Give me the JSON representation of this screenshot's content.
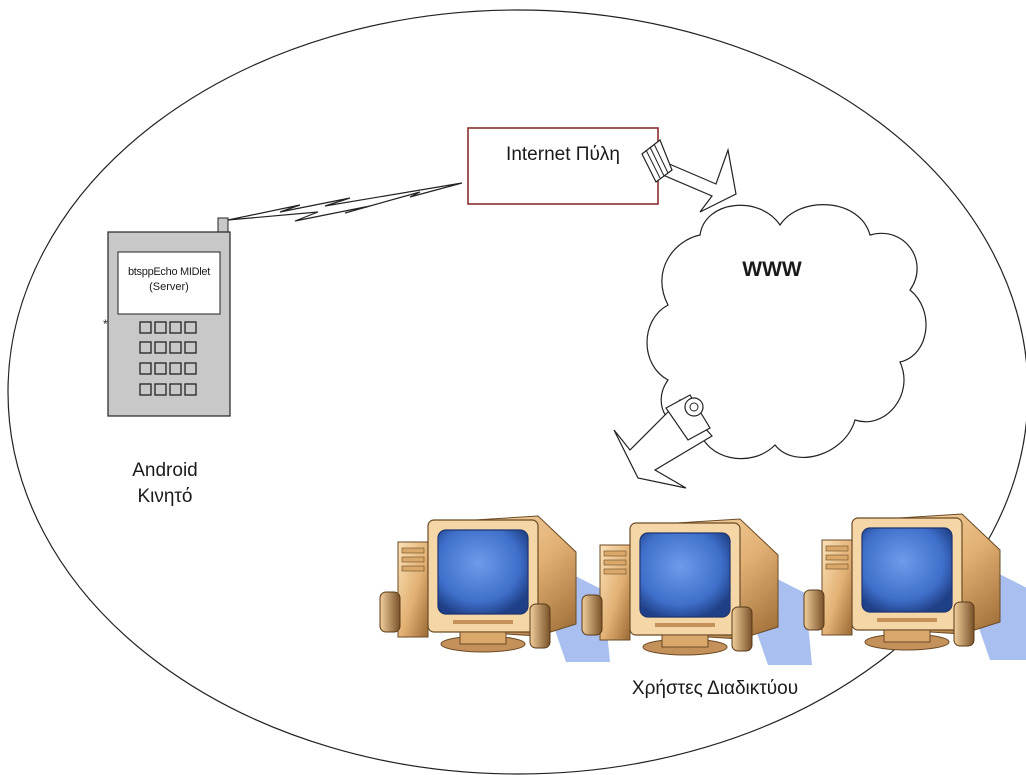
{
  "diagram": {
    "gateway_label": "Internet Πύλη",
    "cloud_label": "WWW",
    "phone_screen_line1": "btsppEcho MIDlet",
    "phone_screen_line2": "(Server)",
    "phone_label_line1": "Android",
    "phone_label_line2": "Κινητό",
    "users_label": "Χρήστες Διαδικτύου"
  },
  "colors": {
    "gateway_border": "#8b2e2e",
    "phone_body": "#c8c8c8",
    "monitor_screen": "#3a6fc4",
    "monitor_case": "#e9c08a",
    "monitor_shadow": "#a9bff0"
  }
}
